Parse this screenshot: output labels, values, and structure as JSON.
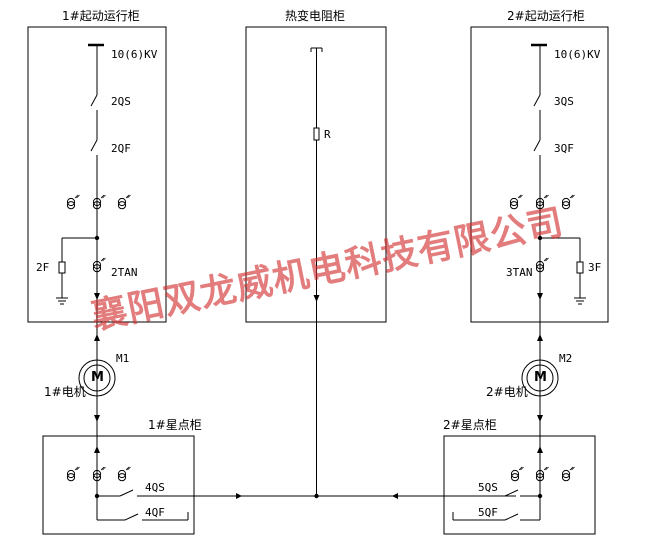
{
  "cabinets": {
    "start1": "1#起动运行柜",
    "resistor": "热变电阻柜",
    "start2": "2#起动运行柜",
    "star1": "1#星点柜",
    "star2": "2#星点柜"
  },
  "labels": {
    "voltage_left": "10(6)KV",
    "switch_2qs": "2QS",
    "breaker_2qf": "2QF",
    "arrester_2f": "2F",
    "ct_2tan": "2TAN",
    "resistor_r": "R",
    "voltage_right": "10(6)KV",
    "switch_3qs": "3QS",
    "breaker_3qf": "3QF",
    "ct_3tan": "3TAN",
    "arrester_3f": "3F",
    "motor_m1": "M1",
    "motor1_name": "1#电机",
    "motor_m2": "M2",
    "motor2_name": "2#电机",
    "switch_4qs": "4QS",
    "breaker_4qf": "4QF",
    "switch_5qs": "5QS",
    "breaker_5qf": "5QF",
    "motor_symbol": "M"
  },
  "watermark": "襄阳双龙威机电科技有限公司",
  "colors": {
    "line": "#000000",
    "watermark": "#d22d2d"
  }
}
